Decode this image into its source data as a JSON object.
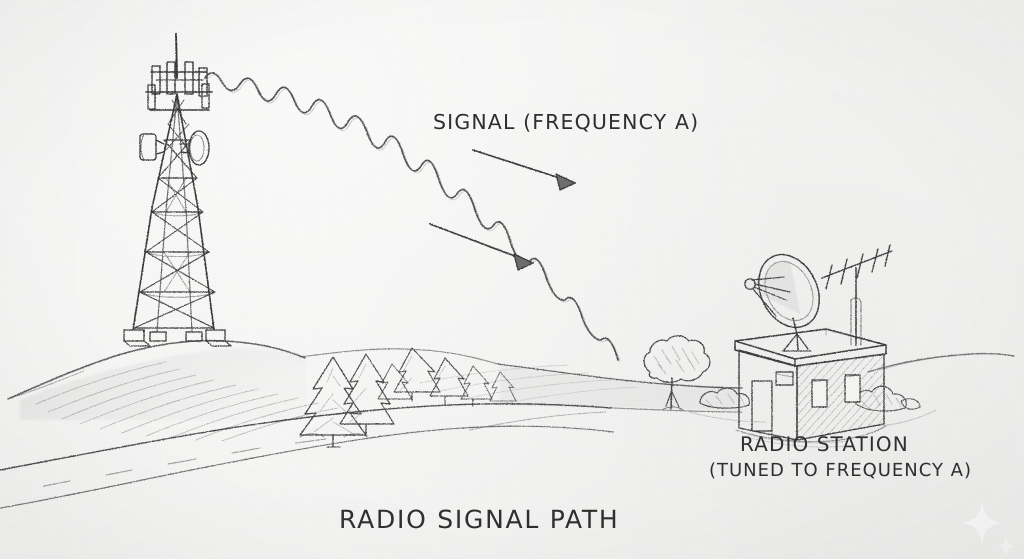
{
  "diagram": {
    "title": "RADIO SIGNAL PATH",
    "type": "hand-drawn pencil sketch diagram",
    "background_color": "#f3f3f2",
    "ink_color": "#3a3a3a"
  },
  "labels": {
    "signal": "SIGNAL (FREQUENCY A)",
    "station_name": "RADIO STATION",
    "station_detail": "(TUNED TO FREQUENCY A)"
  },
  "elements": {
    "transmitter_tower": "radio-transmitter-tower",
    "receiver_dish": "satellite-dish",
    "yagi_antenna": "yagi-antenna",
    "station_building": "station-building",
    "signal_wave": "radio-wave-squiggle",
    "direction_arrow_1": "signal-direction-arrow",
    "direction_arrow_2": "signal-direction-arrow",
    "conifer_trees": "conifer-tree-cluster",
    "deciduous_tree": "deciduous-tree",
    "hills": "rolling-hills",
    "road": "winding-road",
    "watermark": "sparkle-watermark"
  }
}
